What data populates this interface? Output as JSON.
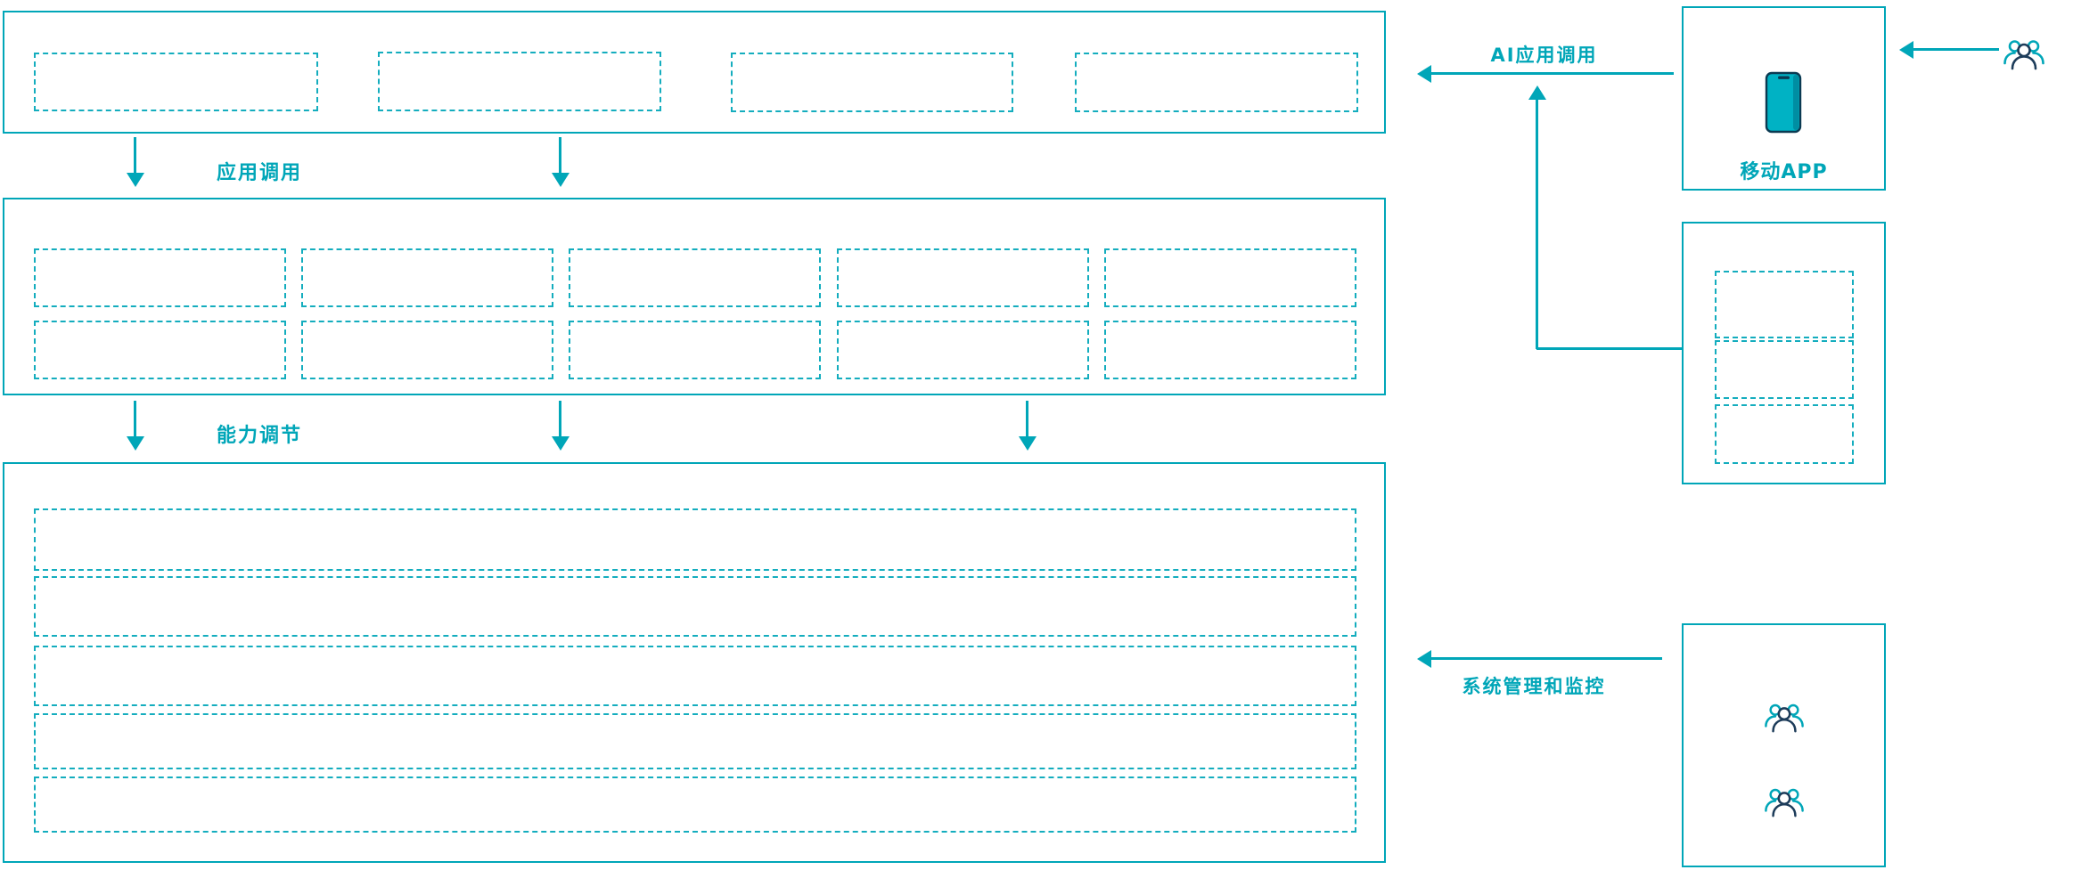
{
  "diagram": {
    "flow_labels": {
      "app_call": "应用调用",
      "capability_adjust": "能力调节",
      "ai_app_call": "AI应用调用",
      "system_monitor": "系统管理和监控"
    },
    "panels": {
      "mobile_app": {
        "label": "移动APP",
        "icon": "mobile-phone-icon"
      },
      "stack": {
        "placeholder_count": 3
      },
      "operators": {
        "icon": "user-group-icon",
        "icon_count": 2
      }
    },
    "actors": {
      "end_user": {
        "icon": "user-group-icon"
      }
    },
    "layers": [
      {
        "name": "application-layer",
        "placeholder_count": 4
      },
      {
        "name": "capability-layer",
        "rows": 2,
        "cols": 5,
        "placeholder_count": 10
      },
      {
        "name": "platform-layer",
        "rows": 5,
        "placeholder_count": 5
      }
    ],
    "colors": {
      "primary_teal": "#00a6b8",
      "accent_navy": "#1d3c5a",
      "background": "#ffffff"
    }
  }
}
